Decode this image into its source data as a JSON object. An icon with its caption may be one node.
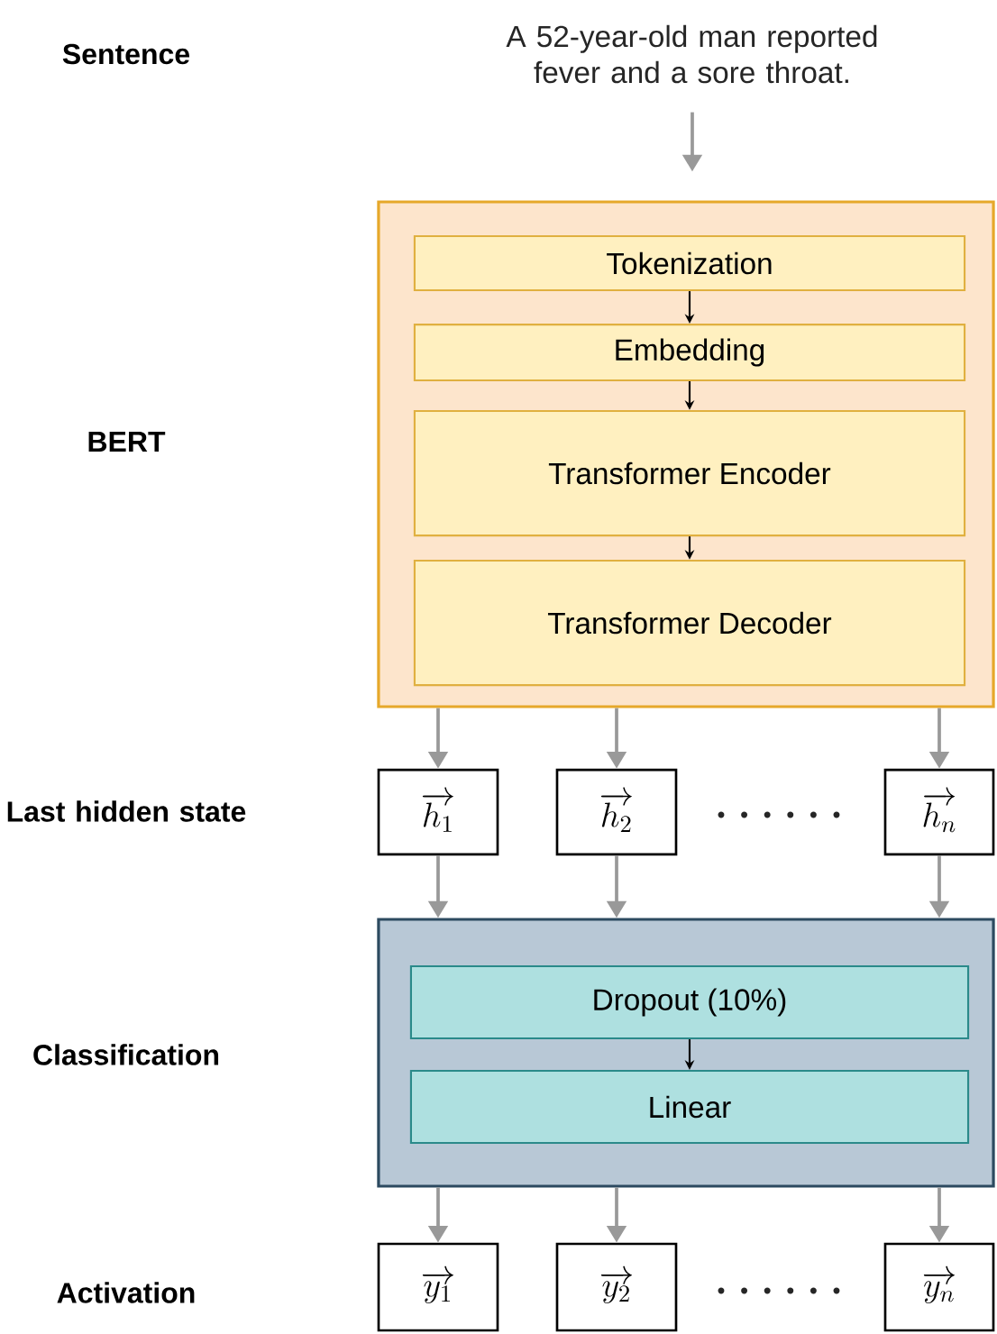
{
  "diagram": {
    "nodes": [
      {
        "text": [
          "A 52-year-old man reported fever and a sore throat."
        ]
      },
      {
        "text": [],
        "shape": "box"
      },
      {
        "text": [
          "Tokenization"
        ],
        "in": 1
      },
      {
        "text": [
          "Embedding"
        ],
        "in": 1
      },
      {
        "text": [
          "Transformer Encoder"
        ],
        "in": 1
      },
      {
        "text": [
          "Transformer Decoder"
        ],
        "in": 1
      },
      {
        "text": [
          "\\overrightarrow{h_1}"
        ]
      },
      {
        "text": [
          "\\overrightarrow{h_2}"
        ]
      },
      {
        "text": [
          "\\overrightarrow{h_n}"
        ]
      },
      {
        "text": [],
        "shape": "box"
      },
      {
        "text": [
          "Dropout (10%)"
        ],
        "in": 9
      },
      {
        "text": [
          "Linear"
        ],
        "in": 9
      },
      {
        "text": [
          "\\overrightarrow{y_1}"
        ]
      },
      {
        "text": [
          "\\overrightarrow{y_2}"
        ]
      },
      {
        "text": [
          "\\overrightarrow{y_n}"
        ]
      }
    ],
    "edges": [
      {
        "from": 0,
        "to": 1,
        "arrow": "to"
      },
      {
        "from": 2,
        "to": 3,
        "arrow": "to",
        "color": "#000000"
      },
      {
        "from": 3,
        "to": 4,
        "arrow": "to",
        "color": "#000000"
      },
      {
        "from": 4,
        "to": 5,
        "arrow": "to",
        "color": "#000000"
      },
      {
        "from": 1,
        "to": 6,
        "arrow": "to"
      },
      {
        "from": 1,
        "to": 7,
        "arrow": "to"
      },
      {
        "from": 1,
        "to": 8,
        "arrow": "to"
      },
      {
        "from": 6,
        "to": 9,
        "arrow": "to"
      },
      {
        "from": 7,
        "to": 9,
        "arrow": "to"
      },
      {
        "from": 8,
        "to": 9,
        "arrow": "to"
      },
      {
        "from": 10,
        "to": 11,
        "arrow": "to",
        "color": "#000000"
      },
      {
        "from": 9,
        "to": 12,
        "arrow": "to"
      },
      {
        "from": 9,
        "to": 13,
        "arrow": "to"
      },
      {
        "from": 9,
        "to": 14,
        "arrow": "to"
      }
    ],
    "labels": [
      "Sentence",
      "BERT",
      "Last hidden state",
      "Classification",
      "Activation"
    ]
  }
}
